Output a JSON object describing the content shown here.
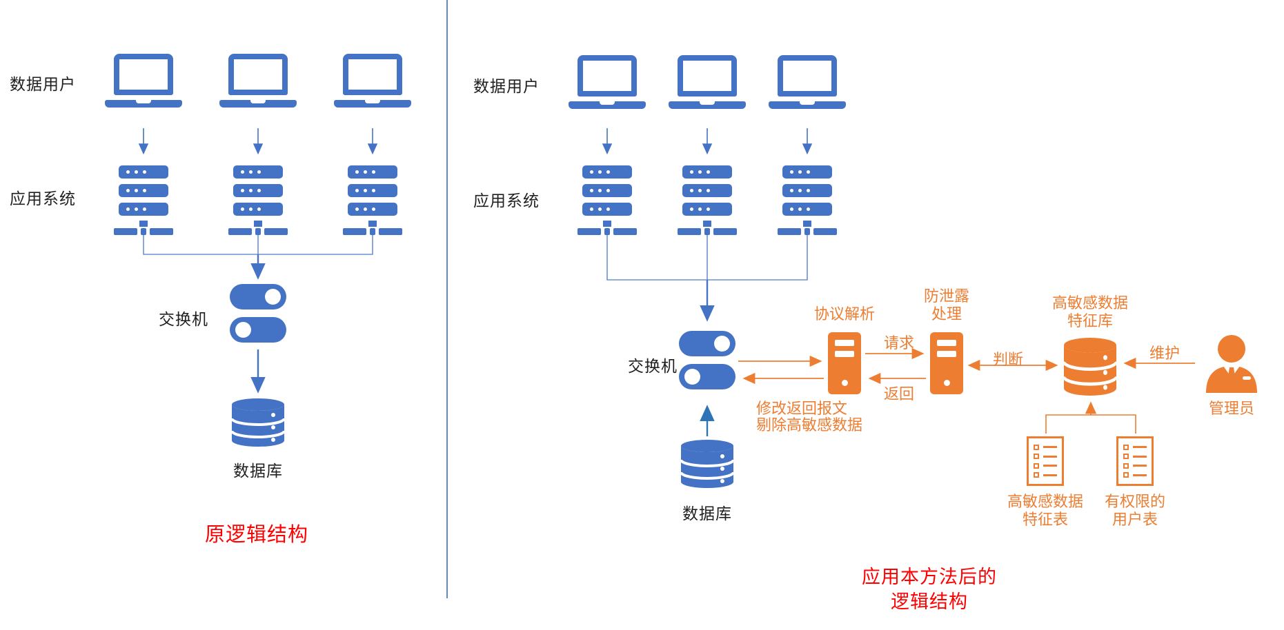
{
  "colors": {
    "device_blue": "#4472C4",
    "arrow_blue_bright": "#2E75B6",
    "accent_orange": "#ED7D31",
    "caption_red": "#FF0000",
    "label_text": "#1f1f1f"
  },
  "left_diagram": {
    "user_label": "数据用户",
    "user_count": 3,
    "app_label": "应用系统",
    "app_count": 3,
    "switch_label": "交换机",
    "db_label": "数据库",
    "caption": "原逻辑结构"
  },
  "right_diagram": {
    "user_label": "数据用户",
    "user_count": 3,
    "app_label": "应用系统",
    "app_count": 3,
    "switch_label": "交换机",
    "db_label": "数据库",
    "protocol_label": "协议解析",
    "leak_label_line1": "防泄露",
    "leak_label_line2": "处理",
    "request_label": "请求",
    "return_label": "返回",
    "judge_label": "判断",
    "feature_db_line1": "高敏感数据",
    "feature_db_line2": "特征库",
    "maintain_label": "维护",
    "admin_label": "管理员",
    "modify_line1": "修改返回报文",
    "modify_line2": "剔除高敏感数据",
    "feature_table_line1": "高敏感数据",
    "feature_table_line2": "特征表",
    "user_table_line1": "有权限的",
    "user_table_line2": "用户表",
    "caption_line1": "应用本方法后的",
    "caption_line2": "逻辑结构"
  },
  "icons": {
    "laptop-icon": "blue laptop pictogram",
    "server-icon": "blue rack-server pictogram",
    "switch-icon": "blue double-toggle switch pictogram",
    "database-icon": "cylinder database pictogram",
    "tower-icon": "orange tower-pc pictogram",
    "table-icon": "orange outlined list/table pictogram",
    "admin-icon": "orange person with tie pictogram"
  }
}
